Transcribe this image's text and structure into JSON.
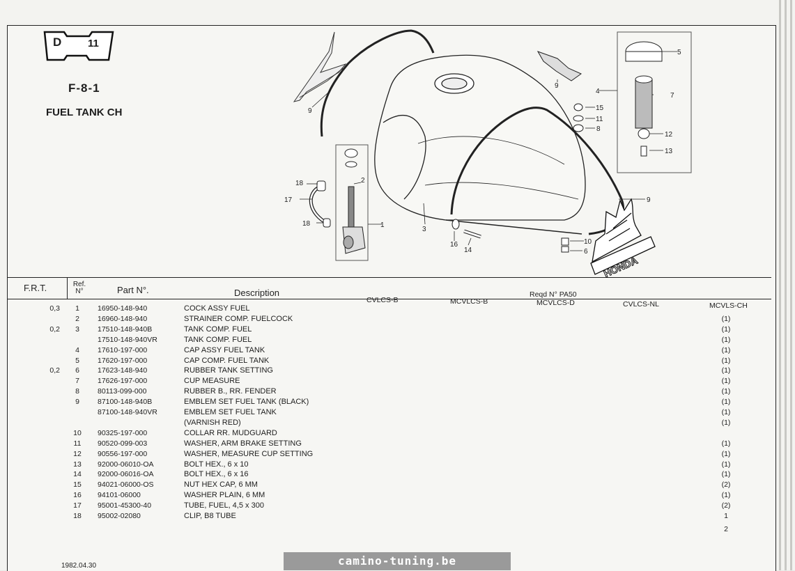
{
  "section": {
    "letter": "D",
    "number": "11"
  },
  "figure": {
    "code": "F-8-1",
    "title": "FUEL TANK CH"
  },
  "callouts": [
    "1",
    "2",
    "3",
    "4",
    "5",
    "6",
    "7",
    "8",
    "9",
    "9",
    "9",
    "10",
    "11",
    "12",
    "13",
    "14",
    "15",
    "16",
    "17",
    "18",
    "18"
  ],
  "brand_emblem": "HONDA",
  "header": {
    "frt": "F.R.T.",
    "ref": "Ref.\nN°",
    "part_no": "Part N°.",
    "description": "Description",
    "reqd": "Reqd N° PA50",
    "models": [
      "CVLCS-B",
      "MCVLCS-B",
      "MCVLCS-D",
      "CVLCS-NL",
      "MCVLS-CH"
    ]
  },
  "rows": [
    {
      "frt": "0,3",
      "ref": "1",
      "part": "16950-148-940",
      "desc": "COCK ASSY FUEL",
      "qty": ""
    },
    {
      "frt": "",
      "ref": "2",
      "part": "16960-148-940",
      "desc": "STRAINER COMP. FUELCOCK",
      "qty": "(1)"
    },
    {
      "frt": "0,2",
      "ref": "3",
      "part": "17510-148-940B",
      "desc": "TANK COMP. FUEL",
      "qty": "(1)"
    },
    {
      "frt": "",
      "ref": "",
      "part": "17510-148-940VR",
      "desc": "TANK COMP. FUEL",
      "qty": "(1)"
    },
    {
      "frt": "",
      "ref": "4",
      "part": "17610-197-000",
      "desc": "CAP ASSY FUEL TANK",
      "qty": "(1)"
    },
    {
      "frt": "",
      "ref": "5",
      "part": "17620-197-000",
      "desc": "CAP COMP. FUEL TANK",
      "qty": "(1)"
    },
    {
      "frt": "0,2",
      "ref": "6",
      "part": "17623-148-940",
      "desc": "RUBBER TANK SETTING",
      "qty": "(1)"
    },
    {
      "frt": "",
      "ref": "7",
      "part": "17626-197-000",
      "desc": "CUP MEASURE",
      "qty": "(1)"
    },
    {
      "frt": "",
      "ref": "8",
      "part": "80113-099-000",
      "desc": "RUBBER B., RR. FENDER",
      "qty": "(1)"
    },
    {
      "frt": "",
      "ref": "9",
      "part": "87100-148-940B",
      "desc": "EMBLEM SET FUEL TANK (BLACK)",
      "qty": "(1)"
    },
    {
      "frt": "",
      "ref": "",
      "part": "87100-148-940VR",
      "desc": "EMBLEM SET FUEL TANK",
      "qty": "(1)"
    },
    {
      "frt": "",
      "ref": "",
      "part": "",
      "desc": "(VARNISH RED)",
      "qty": "(1)"
    },
    {
      "frt": "",
      "ref": "10",
      "part": "90325-197-000",
      "desc": "COLLAR RR. MUDGUARD",
      "qty": ""
    },
    {
      "frt": "",
      "ref": "11",
      "part": "90520-099-003",
      "desc": "WASHER, ARM BRAKE SETTING",
      "qty": "(1)"
    },
    {
      "frt": "",
      "ref": "12",
      "part": "90556-197-000",
      "desc": "WASHER, MEASURE CUP SETTING",
      "qty": "(1)"
    },
    {
      "frt": "",
      "ref": "13",
      "part": "92000-06010-OA",
      "desc": "BOLT HEX., 6 x 10",
      "qty": "(1)"
    },
    {
      "frt": "",
      "ref": "14",
      "part": "92000-06016-OA",
      "desc": "BOLT HEX., 6 x 16",
      "qty": "(1)"
    },
    {
      "frt": "",
      "ref": "15",
      "part": "94021-06000-OS",
      "desc": "NUT HEX CAP, 6 MM",
      "qty": "(2)"
    },
    {
      "frt": "",
      "ref": "16",
      "part": "94101-06000",
      "desc": "WASHER PLAIN, 6 MM",
      "qty": "(1)"
    },
    {
      "frt": "",
      "ref": "17",
      "part": "95001-45300-40",
      "desc": "TUBE, FUEL, 4,5 x 300",
      "qty": "(2)"
    },
    {
      "frt": "",
      "ref": "18",
      "part": "95002-02080",
      "desc": "CLIP, B8 TUBE",
      "qty": "1"
    }
  ],
  "extra_qty": "2",
  "date": "1982.04.30",
  "watermark": "camino-tuning.be"
}
